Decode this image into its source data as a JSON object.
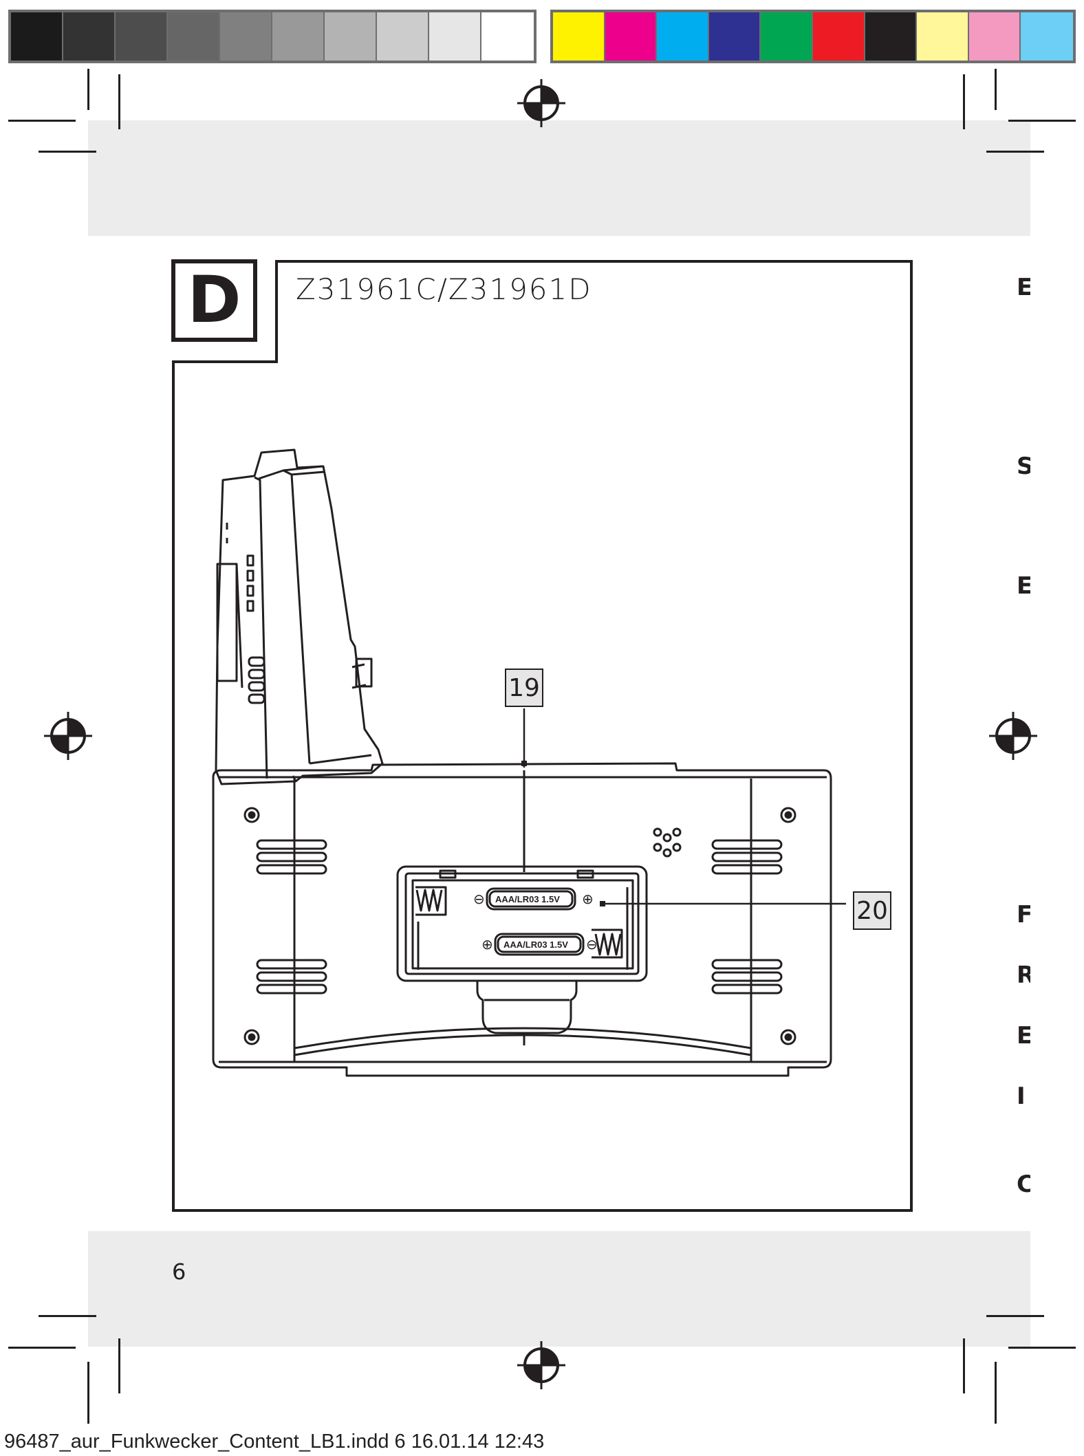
{
  "color_bar": {
    "grays": [
      "#1b1b1b",
      "#333333",
      "#4d4d4d",
      "#666666",
      "#808080",
      "#999999",
      "#b3b3b3",
      "#cccccc",
      "#e6e6e6",
      "#ffffff"
    ],
    "colors": [
      "#fff200",
      "#ec008c",
      "#00aeef",
      "#2e3192",
      "#00a651",
      "#ed1c24",
      "#231f20",
      "#fff799",
      "#f49ac1",
      "#6dcff6"
    ]
  },
  "figure": {
    "label": "D",
    "model": "Z31961C/Z31961D",
    "callouts": [
      "19",
      "20"
    ],
    "battery_labels": [
      "AAA/LR03 1.5V",
      "AAA/LR03 1.5V"
    ],
    "polarity_symbols": [
      "⊖",
      "⊕",
      "⊕",
      "⊖"
    ]
  },
  "edge_letters": [
    "E",
    "S",
    "E",
    "F",
    "R",
    "E",
    "I",
    "C"
  ],
  "page_number": "6",
  "slug": "96487_aur_Funkwecker_Content_LB1.indd   6 16.01.14   12:43"
}
